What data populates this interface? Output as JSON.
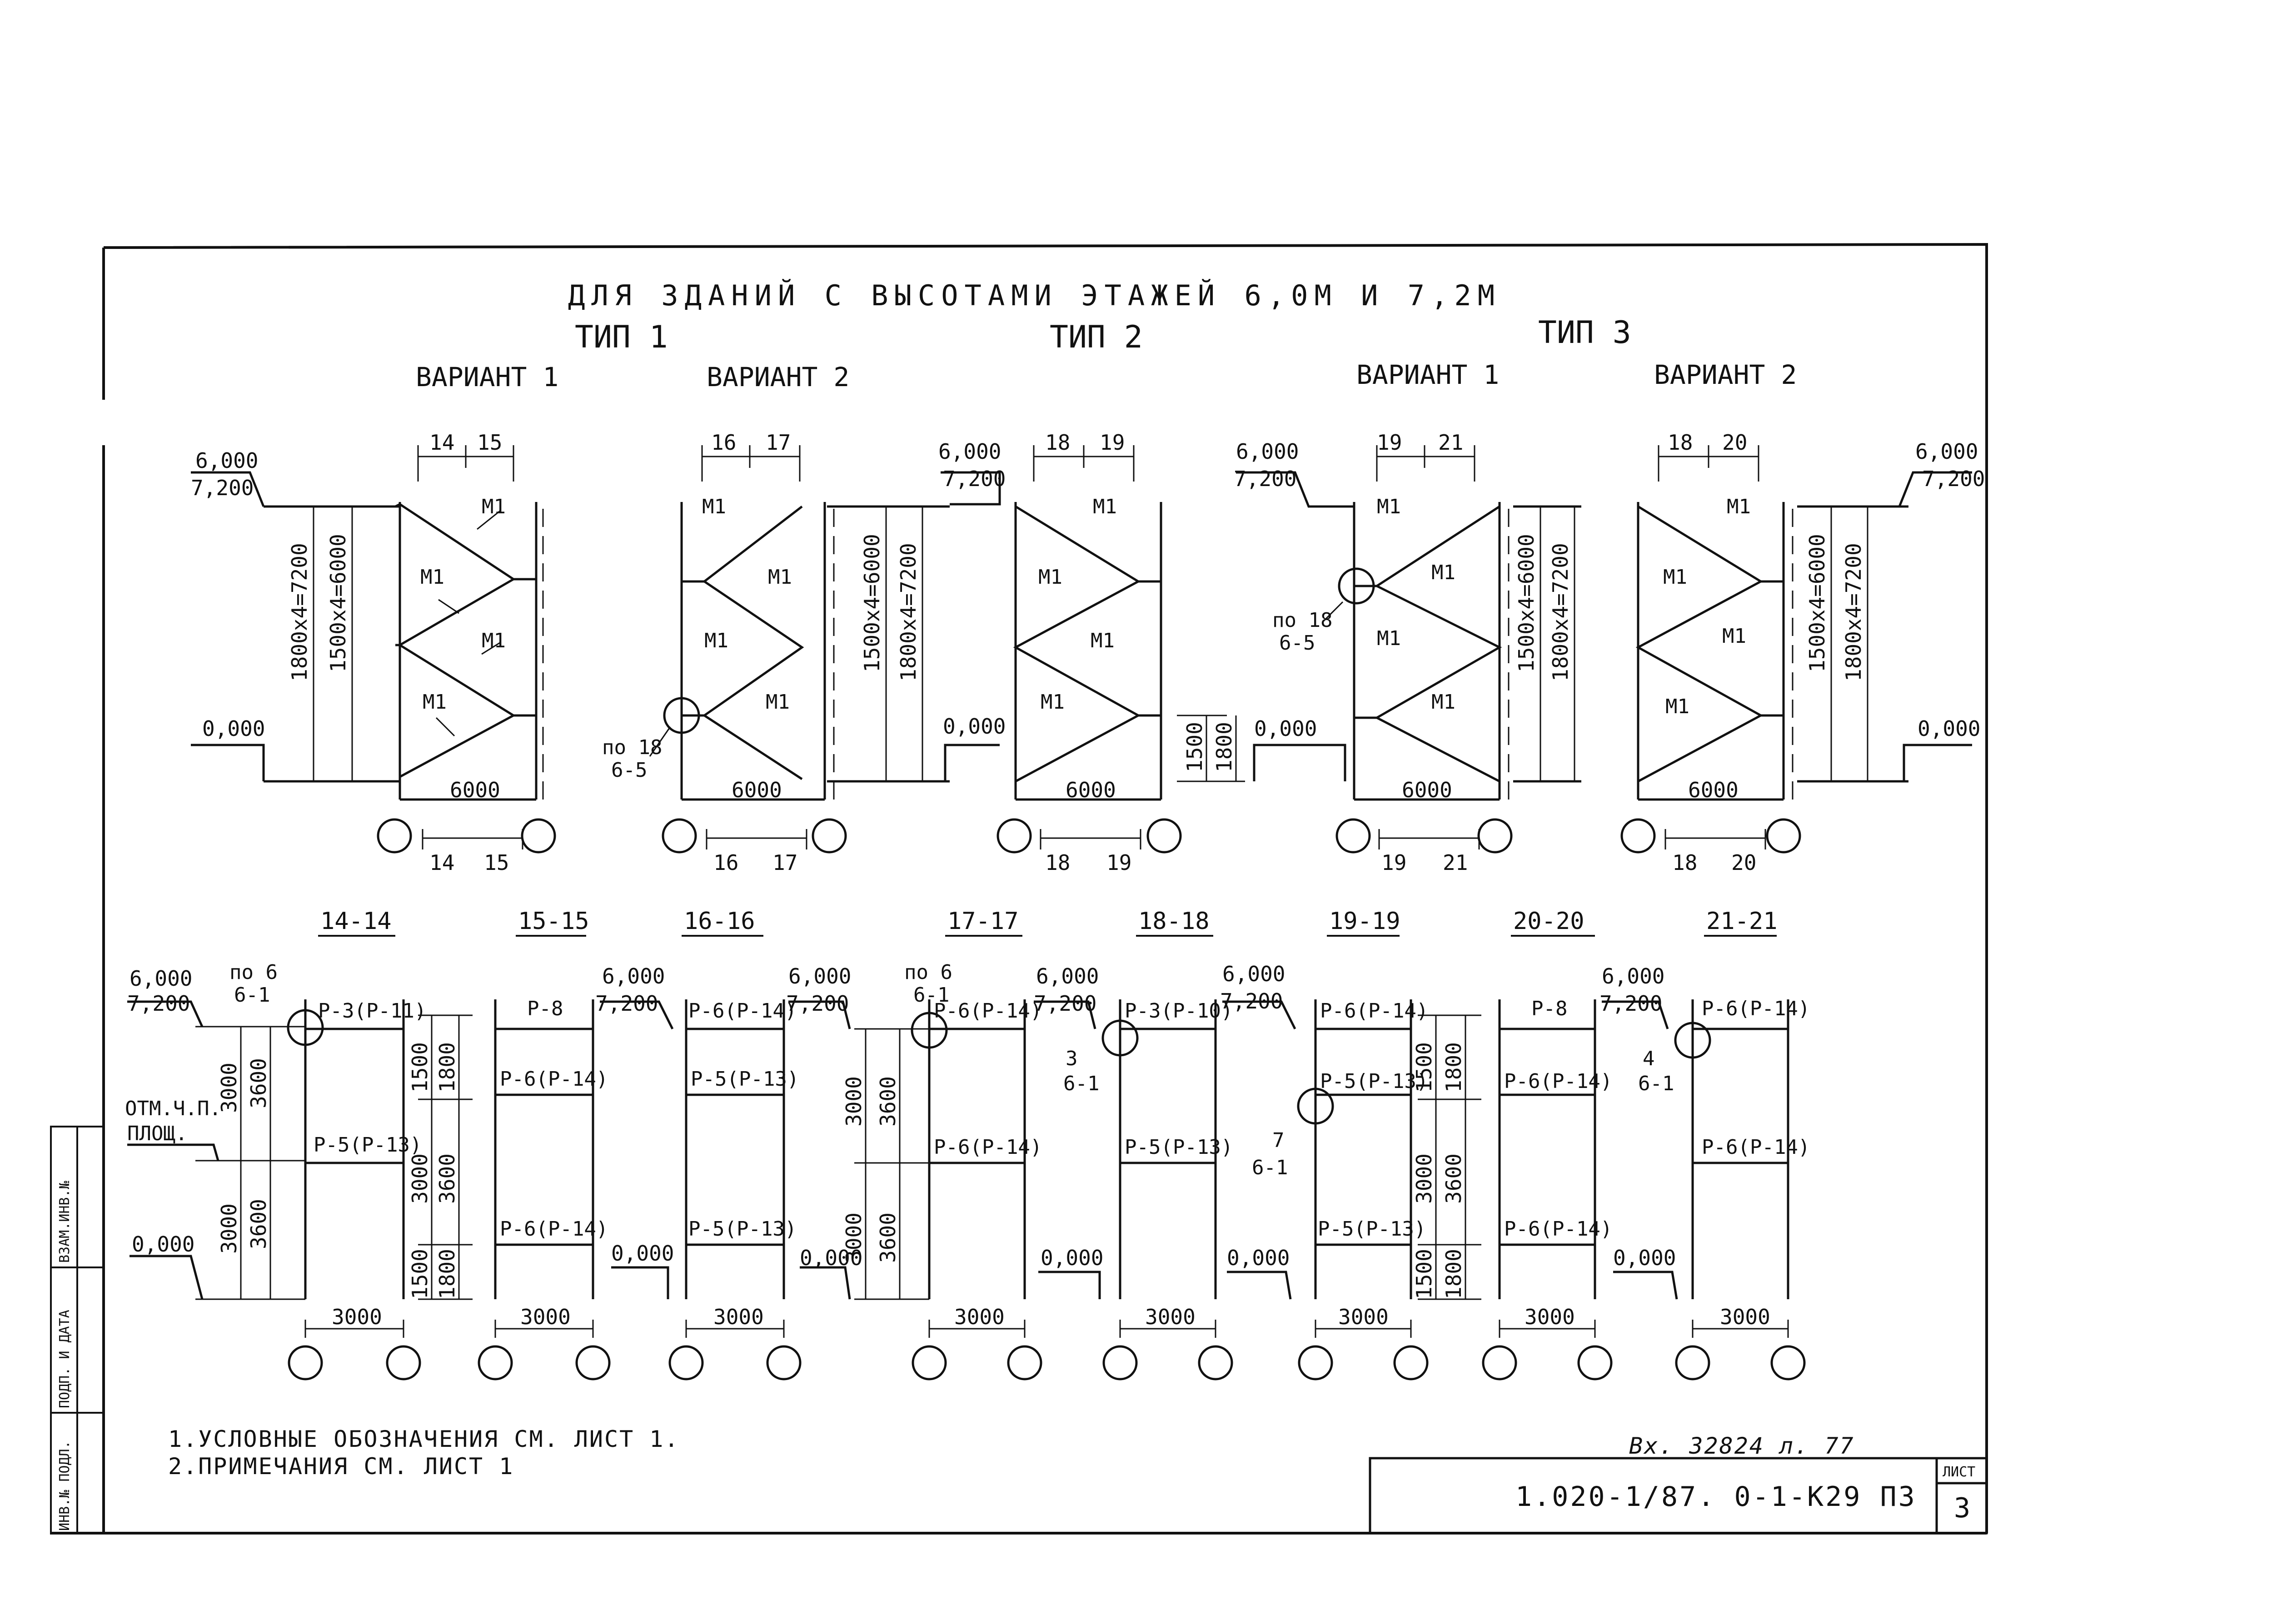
{
  "header": "ДЛЯ ЗДАНИЙ С ВЫСОТАМИ ЭТАЖЕЙ 6,0М И 7,2М",
  "types": [
    "ТИП 1",
    "ТИП 2",
    "ТИП 3"
  ],
  "variants": [
    "ВАРИАНТ 1",
    "ВАРИАНТ 2",
    "ВАРИАНТ 1",
    "ВАРИАНТ 2"
  ],
  "levels": {
    "l6": "6,000",
    "l72": "7,200",
    "l0": "0,000"
  },
  "brace_label": "М1",
  "dims": {
    "span": "6000",
    "bay": "3000",
    "h1": "1800х4=7200",
    "h2": "1500х4=6000",
    "d1500": "1500",
    "d1800": "1800",
    "d3000": "3000",
    "d3600": "3600"
  },
  "elevations": [
    {
      "left": "14",
      "right": "15"
    },
    {
      "left": "16",
      "right": "17"
    },
    {
      "left": "18",
      "right": "19"
    },
    {
      "left": "19",
      "right": "21"
    },
    {
      "left": "18",
      "right": "20"
    }
  ],
  "node_refs": {
    "ref1": "по 18",
    "ref2": "6-5"
  },
  "sections": [
    "14-14",
    "15-15",
    "16-16",
    "17-17",
    "18-18",
    "19-19",
    "20-20",
    "21-21"
  ],
  "beams": {
    "s1": [
      "Р-3(Р-11)",
      "Р-5(Р-13)"
    ],
    "s2": [
      "Р-8",
      "Р-6(Р-14)",
      "Р-6(Р-14)"
    ],
    "s3": [
      "Р-6(Р-14)",
      "Р-5(Р-13)",
      "Р-5(Р-13)"
    ],
    "s4": [
      "Р-6(Р-14)",
      "Р-6(Р-14)"
    ],
    "s5": [
      "Р-3(Р-10)",
      "Р-5(Р-13)"
    ],
    "s6": [
      "Р-6(Р-14)",
      "Р-5(Р-13)",
      "Р-5(Р-13)"
    ],
    "s7": [
      "Р-8",
      "Р-6(Р-14)",
      "Р-6(Р-14)"
    ],
    "s8": [
      "Р-6(Р-14)",
      "Р-6(Р-14)"
    ]
  },
  "section_refs": {
    "a_num": "по 6",
    "a_den": "6-1",
    "b_num": "по 6",
    "b_den": "6-1",
    "c_num": "3",
    "c_den": "6-1",
    "d_num": "7",
    "d_den": "6-1",
    "e_num": "4",
    "e_den": "6-1"
  },
  "otm": [
    "ОТМ.Ч.П.",
    "ПЛОЩ."
  ],
  "notes": [
    "1.УСЛОВНЫЕ ОБОЗНАЧЕНИЯ СМ. ЛИСТ 1.",
    "2.ПРИМЕЧАНИЯ СМ. ЛИСТ 1"
  ],
  "inventory": "Вх. 32824 л. 77",
  "stamp": {
    "code": "1.020-1/87. 0-1-К29 ПЗ",
    "sheet_label": "ЛИСТ",
    "sheet_no": "3"
  },
  "side_strip": [
    "ИНВ.№ ПОДЛ.",
    "ПОДП. И ДАТА",
    "ВЗАМ.ИНВ.№"
  ]
}
